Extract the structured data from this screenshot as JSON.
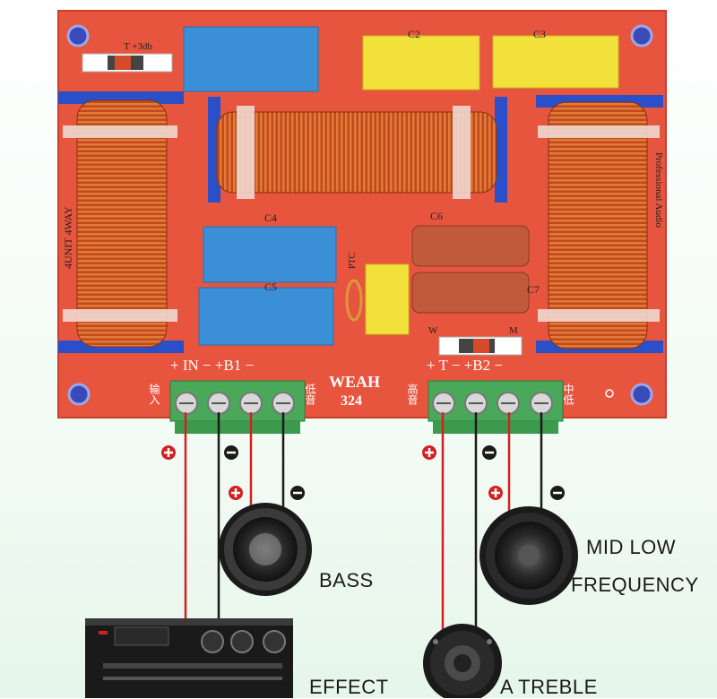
{
  "board": {
    "switch_top_label": "T +3db",
    "cap_labels": [
      "C2",
      "C3",
      "C4",
      "C5",
      "C6",
      "C7"
    ],
    "ptc_label": "PTC",
    "side_text_left": "4UNIT 4WAY",
    "side_text_right": "Professional Audio",
    "left_terminal_text": "+ IN − +B1 −",
    "right_terminal_text": "+ T − +B2 −",
    "input_cn": "输入",
    "bass_cn": "低音",
    "treble_cn": "高音",
    "mid_cn": "中低",
    "model_name": "WEAH",
    "model_number": "324",
    "switch_bottom_left": "W",
    "switch_bottom_right": "M"
  },
  "labels": {
    "bass": "BASS",
    "mid_low_line1": "MID LOW",
    "mid_low_line2": "FREQUENCY",
    "effect": "EFFECT",
    "treble": "A TREBLE"
  },
  "colors": {
    "board": "#e8553f",
    "positive": "#d42020",
    "negative": "#1a1a1a",
    "blue_cap": "#3a8fd6",
    "yellow_cap": "#f2e13a",
    "coil": "#c8511f"
  }
}
